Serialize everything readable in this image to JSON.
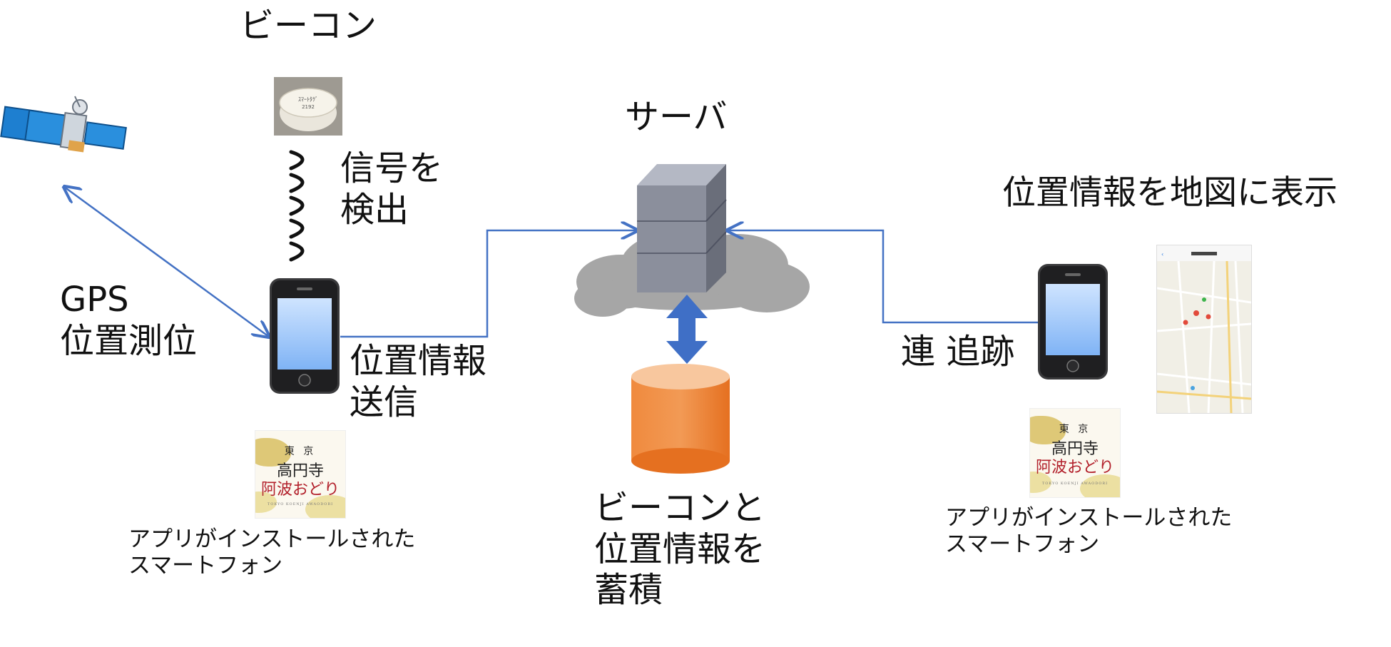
{
  "beacon": {
    "title": "ビーコン",
    "signal_label_line1": "信号を",
    "signal_label_line2": "検出"
  },
  "gps": {
    "label_line1": "GPS",
    "label_line2": "位置測位"
  },
  "send": {
    "label_line1": "位置情報",
    "label_line2": "送信"
  },
  "server": {
    "title": "サーバ"
  },
  "storage": {
    "label_line1": "ビーコンと",
    "label_line2": "位置情報を",
    "label_line3": "蓄積"
  },
  "tracking": {
    "label": "連 追跡"
  },
  "map_display": {
    "title": "位置情報を地図に表示"
  },
  "phone_left": {
    "caption_line1": "アプリがインストールされた",
    "caption_line2": "スマートフォン"
  },
  "phone_right": {
    "caption_line1": "アプリがインストールされた",
    "caption_line2": "スマートフォン"
  },
  "app_logo": {
    "line1": "東 京",
    "line2": "高円寺",
    "line3": "阿波おどり",
    "line4": "TOKYO KOENJI AWAODORI"
  },
  "colors": {
    "connector": "#4472c4",
    "db": "#ed7d31",
    "double_arrow": "#3f6fc6",
    "cloud": "#a6a6a6",
    "server": "#8b8f9c"
  }
}
